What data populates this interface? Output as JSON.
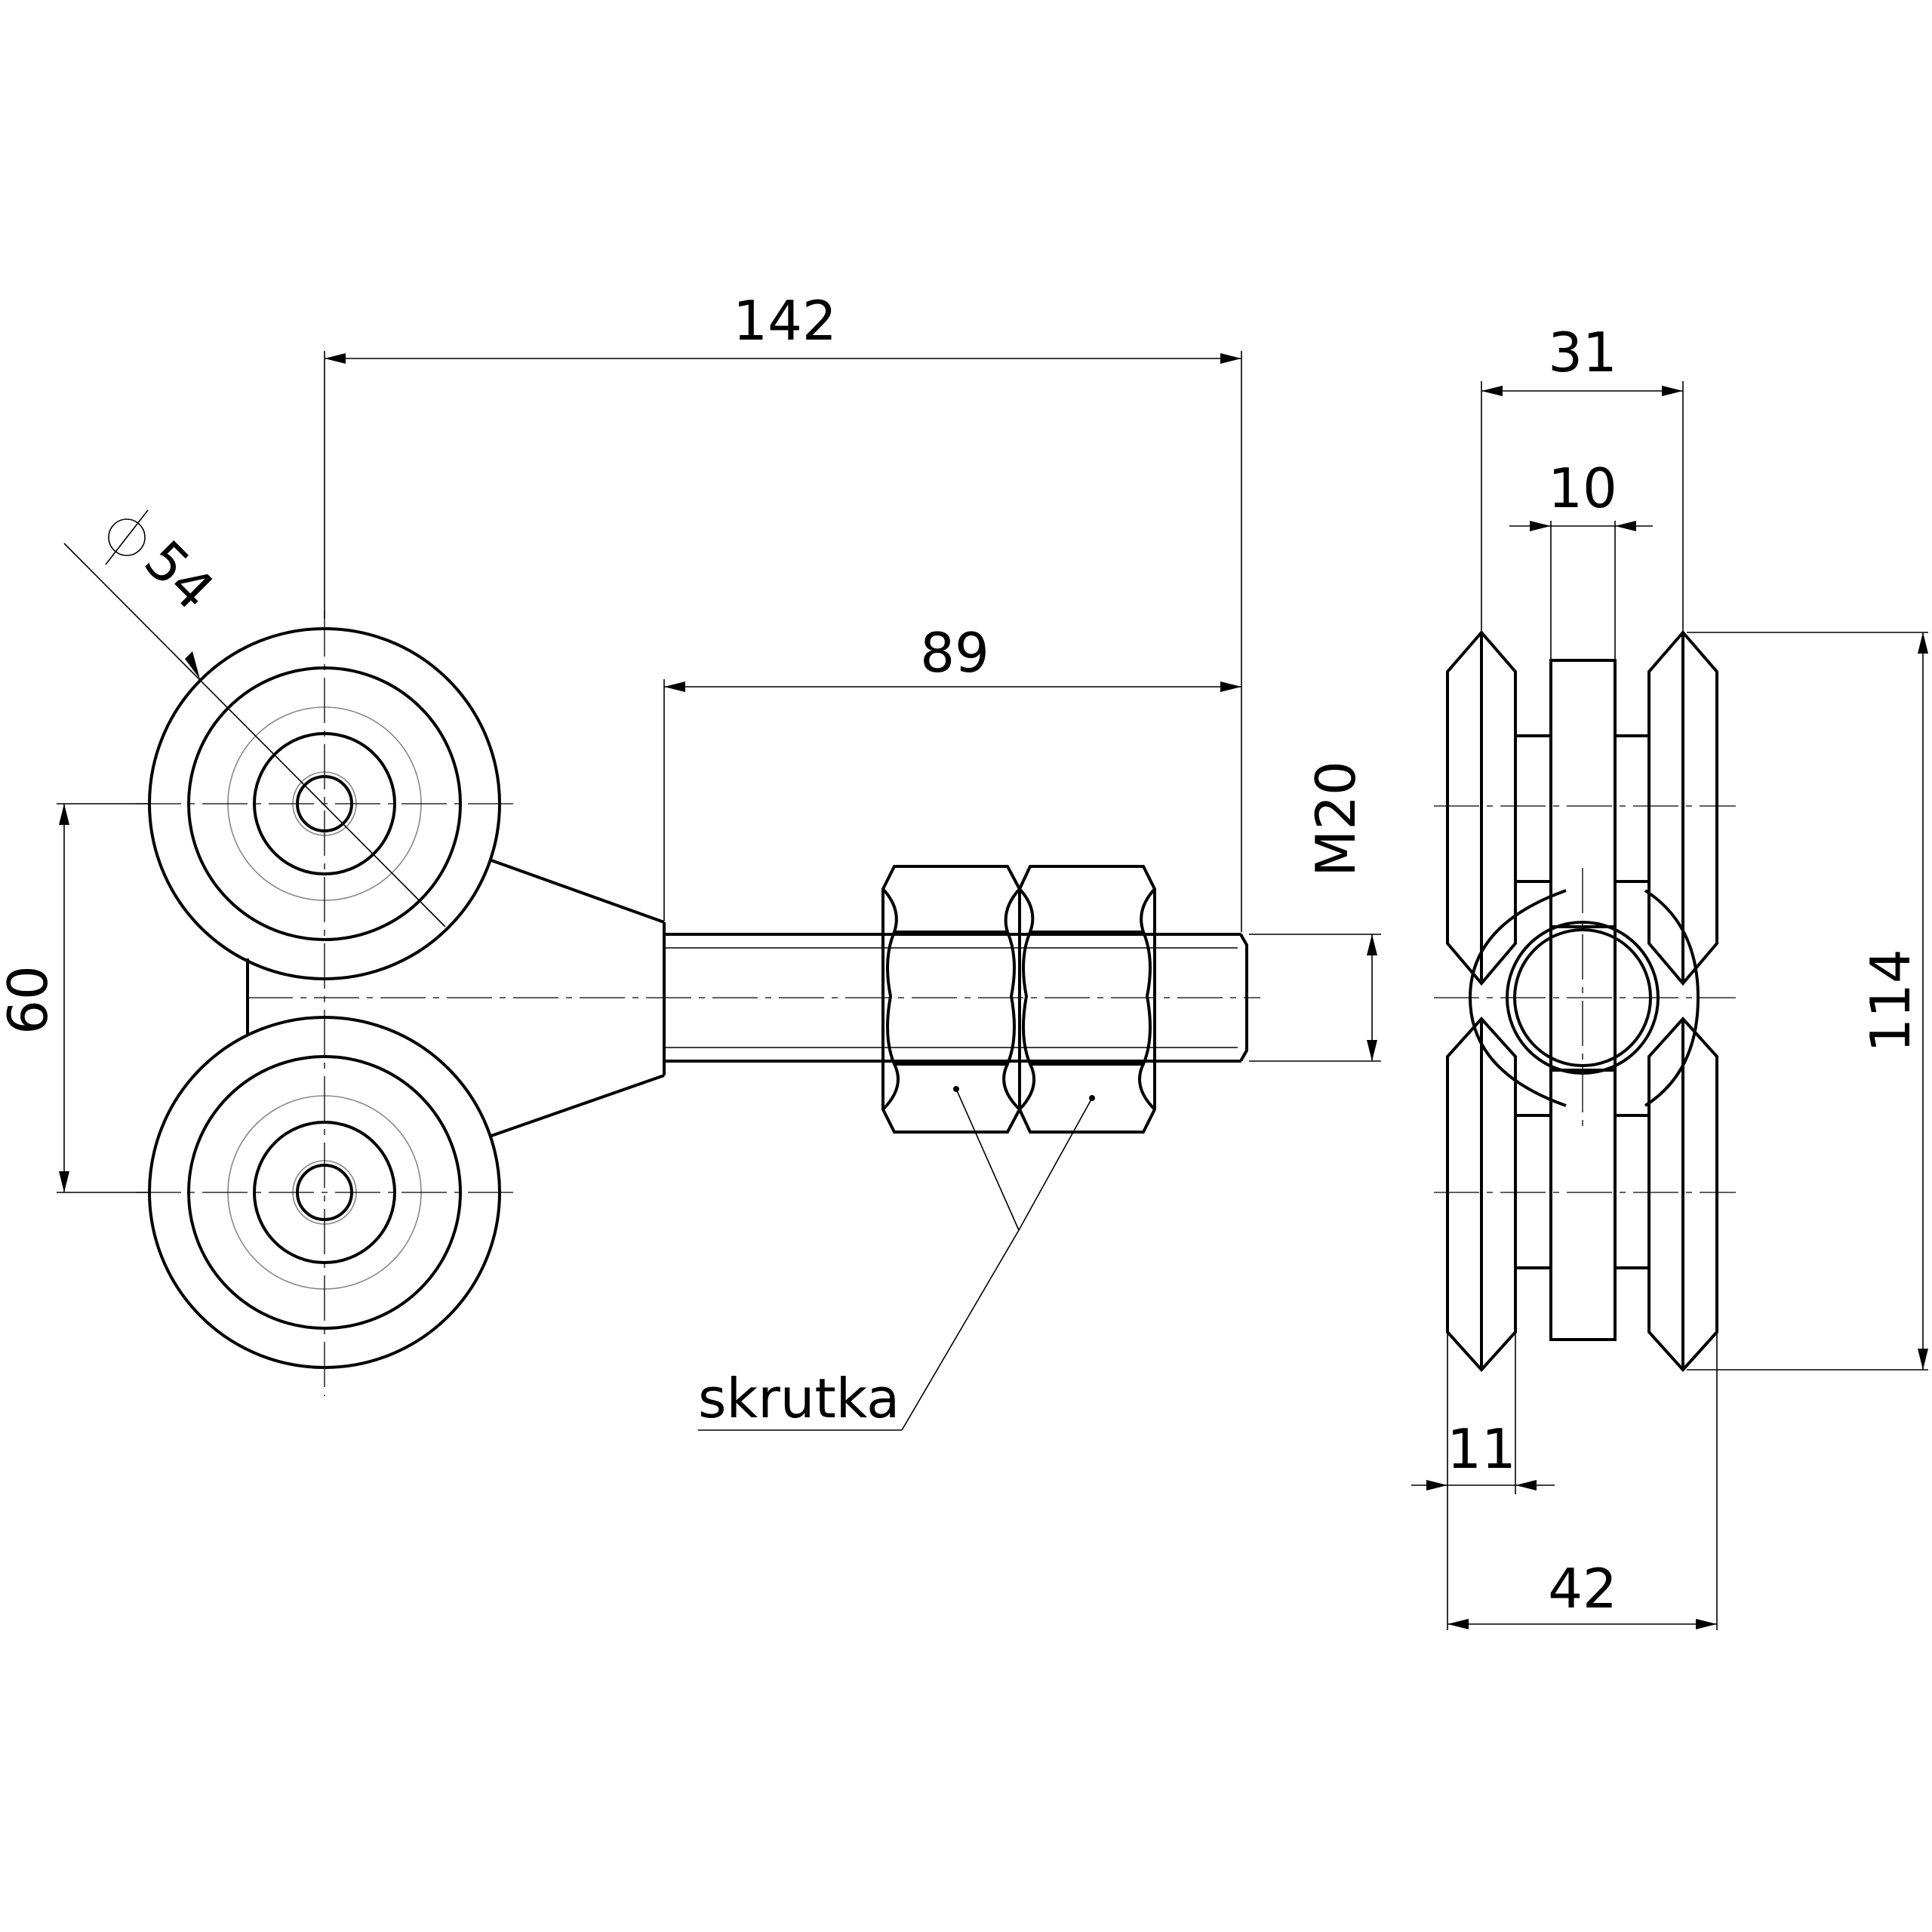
{
  "dimensions": {
    "overall_length": "142",
    "bolt_length": "89",
    "wheel_diameter": "54",
    "wheel_spacing": "60",
    "thread": "M20",
    "outer_width": "31",
    "center_width": "10",
    "height": "114",
    "wheel_width": "11",
    "total_width": "42"
  },
  "labels": {
    "callout": "skrutka"
  }
}
